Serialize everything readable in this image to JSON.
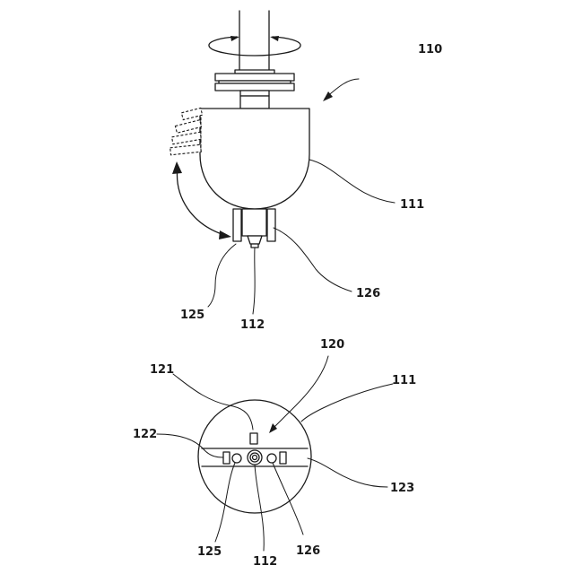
{
  "labels": {
    "top_assembly": "110",
    "top_head": "111",
    "top_tip": "112",
    "top_left_part": "125",
    "top_right_part": "126",
    "bottom_assembly": "120",
    "bottom_sensor": "121",
    "bottom_left_holder": "122",
    "bottom_right_holder": "123",
    "bottom_head": "111",
    "bottom_left_part": "125",
    "bottom_tip": "112",
    "bottom_right_part": "126"
  }
}
